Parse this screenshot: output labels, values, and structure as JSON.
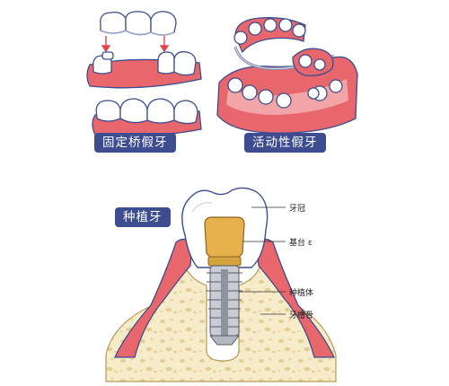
{
  "panels": {
    "fixed_bridge": {
      "label": "固定桥假牙"
    },
    "removable": {
      "label": "活动性假牙"
    },
    "implant": {
      "label": "种植牙"
    }
  },
  "implant_parts": {
    "crown": "牙冠",
    "abutment": "基台 ɛ",
    "implant_body": "种植体",
    "alveolar_bone": "牙槽骨"
  },
  "colors": {
    "badge_bg": "#3d4d8f",
    "gum": "#e8676c",
    "gum_light": "#f3a4a6",
    "tooth": "#ffffff",
    "tooth_shadow": "#cfd6ea",
    "bone": "#f6ecc9",
    "abutment": "#e6b04a",
    "implant_metal": "#c9ccd3",
    "arrow": "#e0454c"
  }
}
